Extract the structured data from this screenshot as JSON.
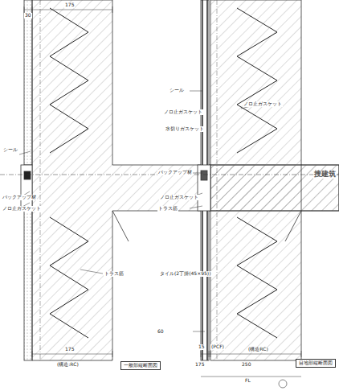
{
  "diagram": {
    "nodes": [
      {
        "text": [
          "一般部縦断面図"
        ]
      },
      {
        "text": [
          "目地部縦断面図"
        ]
      }
    ],
    "labels": [
      "175",
      "30",
      "シール",
      "バックアップ材",
      "ノロ止ガスケット",
      "トラス筋",
      "175",
      "(構造:RC)",
      "シール",
      "ノロ止ガスケット",
      "水切りガスケット",
      "バックアップ材",
      "ノロ止ガスケット",
      "トラス筋",
      "ノロ止ガスケット",
      "タイル(2丁掛(45×95))",
      "60",
      "15",
      "(PCF)",
      "175",
      "(構造RC)",
      "250",
      "FL",
      "搜建筑"
    ]
  }
}
